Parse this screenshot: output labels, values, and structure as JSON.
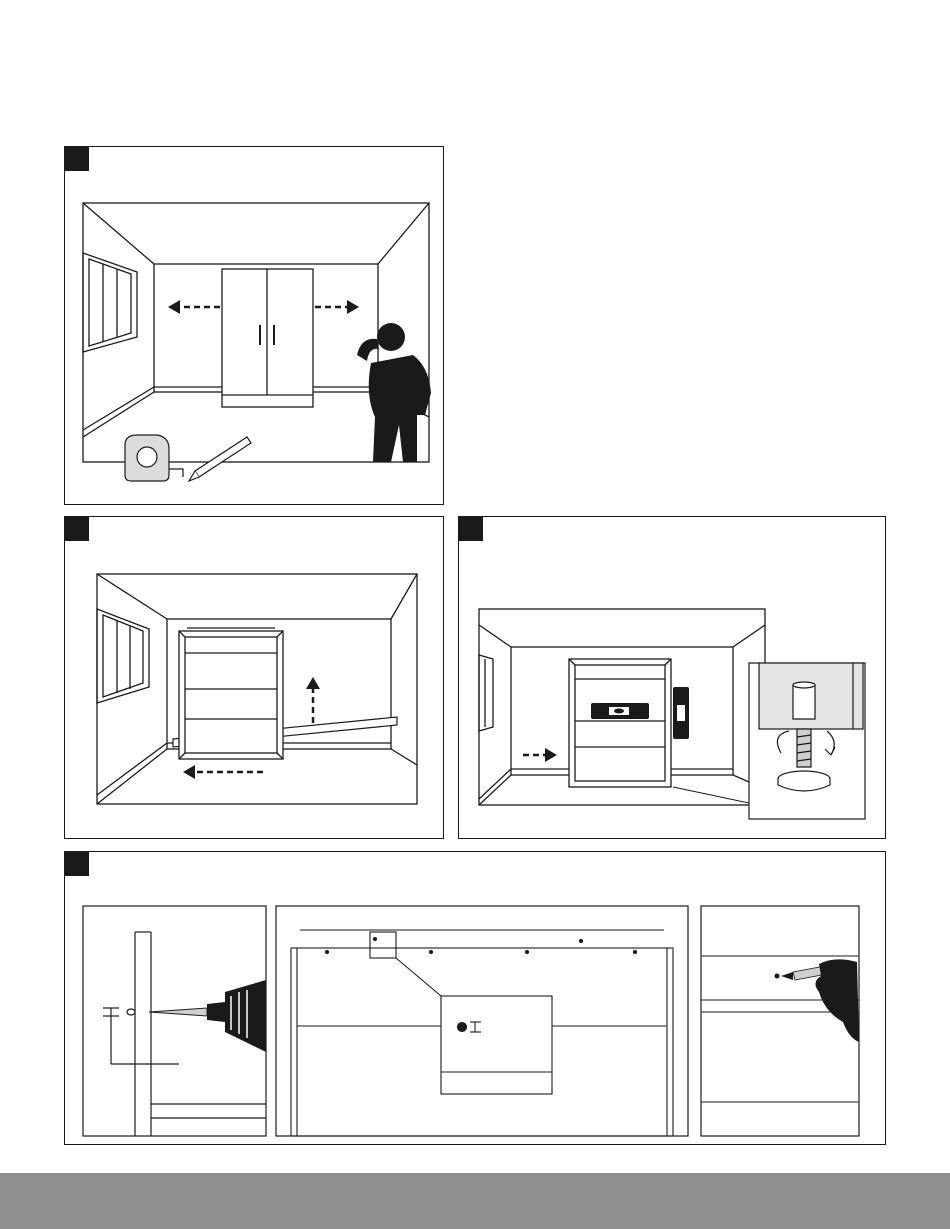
{
  "page": {
    "background": "#ffffff",
    "footer_color": "#8f8f8f",
    "ink": "#1a1a1a"
  },
  "steps": [
    {
      "id": "step-1",
      "badge": "",
      "icons": [
        "room-icon",
        "cabinet-icon",
        "arrow-left-icon",
        "arrow-right-icon",
        "person-icon",
        "tape-measure-icon",
        "pencil-icon"
      ]
    },
    {
      "id": "step-2",
      "badge": "",
      "icons": [
        "room-icon",
        "cabinet-icon",
        "arrow-left-icon",
        "arrow-up-icon",
        "board-icon"
      ]
    },
    {
      "id": "step-3",
      "badge": "",
      "icons": [
        "room-icon",
        "cabinet-icon",
        "level-icon",
        "arrow-right-icon",
        "leveling-foot-icon"
      ]
    },
    {
      "id": "step-4",
      "badge": "",
      "icons": [
        "drill-icon",
        "cabinet-hole-detail-icon",
        "pencil-hand-icon"
      ]
    }
  ]
}
